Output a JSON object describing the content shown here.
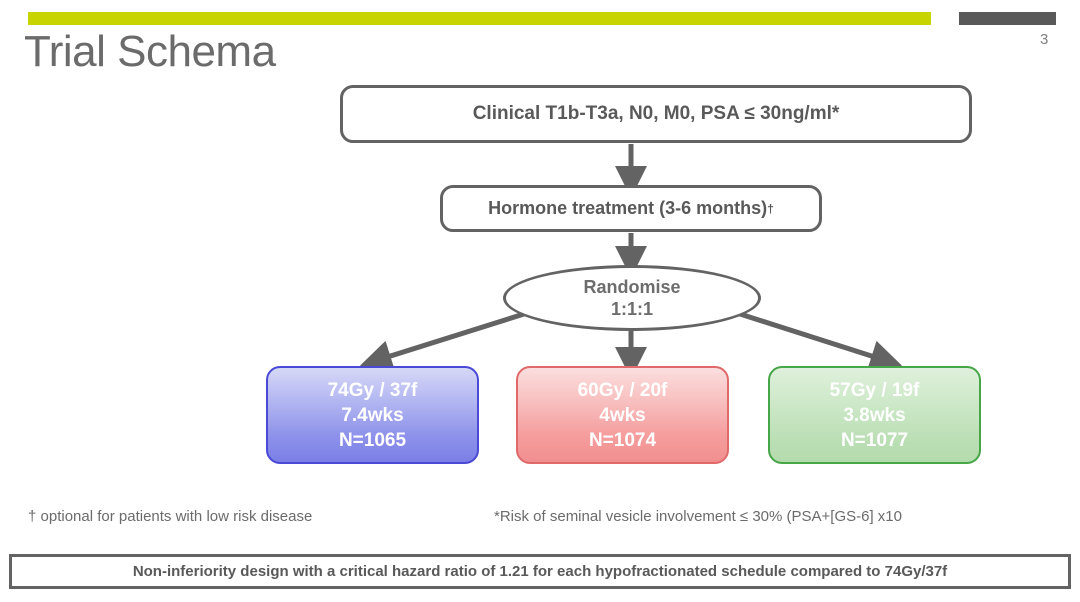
{
  "slide": {
    "title": "Trial Schema",
    "page_number": "3",
    "accent_color": "#c8d400",
    "corner_bar_color": "#595959",
    "title_color": "#6b6b6b"
  },
  "flow": {
    "eligibility": {
      "text": "Clinical T1b-T3a, N0, M0, PSA ≤ 30ng/ml*"
    },
    "hormone": {
      "text_main": "Hormone treatment (3-6 months)",
      "text_sup": "†"
    },
    "randomise": {
      "label": "Randomise",
      "ratio": "1:1:1"
    },
    "arms": [
      {
        "name": "arm-74gy",
        "dose": "74Gy / 37f",
        "duration": "7.4wks",
        "sample": "N=1065",
        "color": "#7b7fe6",
        "border_color": "#4a4ad6"
      },
      {
        "name": "arm-60gy",
        "dose": "60Gy / 20f",
        "duration": "4wks",
        "sample": "N=1074",
        "color": "#f18f8f",
        "border_color": "#e06a6a"
      },
      {
        "name": "arm-57gy",
        "dose": "57Gy / 19f",
        "duration": "3.8wks",
        "sample": "N=1077",
        "color": "#b4dbad",
        "border_color": "#46a648"
      }
    ]
  },
  "footnotes": {
    "dagger": "† optional for patients with low risk disease",
    "star": "*Risk of seminal vesicle involvement ≤ 30% (PSA+[GS-6] x10"
  },
  "banner": {
    "text": "Non-inferiority design with a critical hazard ratio of 1.21 for each hypofractionated schedule  compared to 74Gy/37f"
  }
}
